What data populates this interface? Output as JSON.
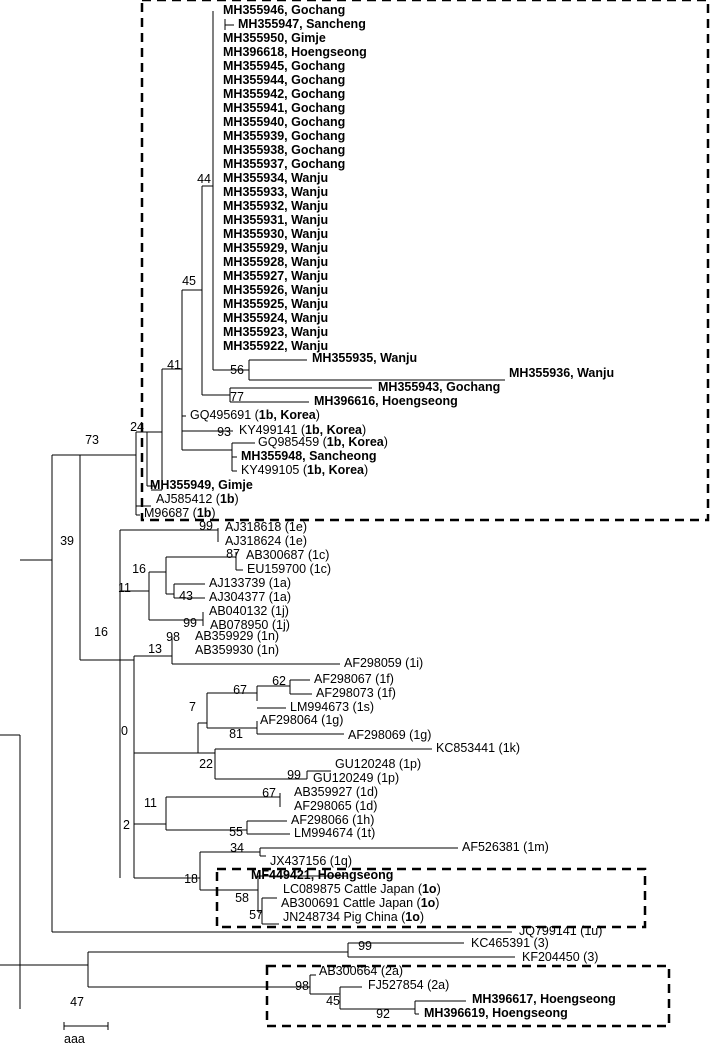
{
  "tree": {
    "leaves": [
      {
        "id": "g1",
        "parts": [
          {
            "t": "MH355946, Gochang",
            "b": true
          }
        ]
      },
      {
        "id": "g2",
        "parts": [
          {
            "t": "MH355947, Sancheng",
            "b": true
          }
        ]
      },
      {
        "id": "g3",
        "parts": [
          {
            "t": "MH355950, Gimje",
            "b": true
          }
        ]
      },
      {
        "id": "g4",
        "parts": [
          {
            "t": "MH396618, Hoengseong",
            "b": true
          }
        ]
      },
      {
        "id": "g5",
        "parts": [
          {
            "t": "MH355945, Gochang",
            "b": true
          }
        ]
      },
      {
        "id": "g6",
        "parts": [
          {
            "t": "MH355944, Gochang",
            "b": true
          }
        ]
      },
      {
        "id": "g7",
        "parts": [
          {
            "t": "MH355942, Gochang",
            "b": true
          }
        ]
      },
      {
        "id": "g8",
        "parts": [
          {
            "t": "MH355941, Gochang",
            "b": true
          }
        ]
      },
      {
        "id": "g9",
        "parts": [
          {
            "t": "MH355940, Gochang",
            "b": true
          }
        ]
      },
      {
        "id": "g10",
        "parts": [
          {
            "t": "MH355939, Gochang",
            "b": true
          }
        ]
      },
      {
        "id": "g11",
        "parts": [
          {
            "t": "MH355938, Gochang",
            "b": true
          }
        ]
      },
      {
        "id": "g12",
        "parts": [
          {
            "t": "MH355937, Gochang",
            "b": true
          }
        ]
      },
      {
        "id": "g13",
        "parts": [
          {
            "t": "MH355934, Wanju",
            "b": true
          }
        ]
      },
      {
        "id": "g14",
        "parts": [
          {
            "t": "MH355933, Wanju",
            "b": true
          }
        ]
      },
      {
        "id": "g15",
        "parts": [
          {
            "t": "MH355932, Wanju",
            "b": true
          }
        ]
      },
      {
        "id": "g16",
        "parts": [
          {
            "t": "MH355931, Wanju",
            "b": true
          }
        ]
      },
      {
        "id": "g17",
        "parts": [
          {
            "t": "MH355930, Wanju",
            "b": true
          }
        ]
      },
      {
        "id": "g18",
        "parts": [
          {
            "t": "MH355929, Wanju",
            "b": true
          }
        ]
      },
      {
        "id": "g19",
        "parts": [
          {
            "t": "MH355928, Wanju",
            "b": true
          }
        ]
      },
      {
        "id": "g20",
        "parts": [
          {
            "t": "MH355927, Wanju",
            "b": true
          }
        ]
      },
      {
        "id": "g21",
        "parts": [
          {
            "t": "MH355926, Wanju",
            "b": true
          }
        ]
      },
      {
        "id": "g22",
        "parts": [
          {
            "t": "MH355925, Wanju",
            "b": true
          }
        ]
      },
      {
        "id": "g23",
        "parts": [
          {
            "t": "MH355924, Wanju",
            "b": true
          }
        ]
      },
      {
        "id": "g24",
        "parts": [
          {
            "t": "MH355923, Wanju",
            "b": true
          }
        ]
      },
      {
        "id": "g25",
        "parts": [
          {
            "t": "MH355922, Wanju",
            "b": true
          }
        ]
      },
      {
        "id": "w35",
        "parts": [
          {
            "t": "MH355935, Wanju",
            "b": true
          }
        ]
      },
      {
        "id": "w36",
        "parts": [
          {
            "t": "MH355936, Wanju",
            "b": true
          }
        ]
      },
      {
        "id": "c43",
        "parts": [
          {
            "t": "MH355943, Gochang",
            "b": true
          }
        ]
      },
      {
        "id": "h16",
        "parts": [
          {
            "t": "MH396616, Hoengseong",
            "b": true
          }
        ]
      },
      {
        "id": "gq",
        "parts": [
          {
            "t": "GQ495691 (",
            "b": false
          },
          {
            "t": "1b, Korea",
            "b": true
          },
          {
            "t": ")",
            "b": false
          }
        ]
      },
      {
        "id": "ky1",
        "parts": [
          {
            "t": "KY499141 (",
            "b": false
          },
          {
            "t": "1b, Korea",
            "b": true
          },
          {
            "t": ")",
            "b": false
          }
        ]
      },
      {
        "id": "gq9",
        "parts": [
          {
            "t": "GQ985459 (",
            "b": false
          },
          {
            "t": "1b, Korea",
            "b": true
          },
          {
            "t": ")",
            "b": false
          }
        ]
      },
      {
        "id": "s48",
        "parts": [
          {
            "t": "MH355948, Sancheong",
            "b": true
          }
        ]
      },
      {
        "id": "ky2",
        "parts": [
          {
            "t": "KY499105 (",
            "b": false
          },
          {
            "t": "1b, Korea",
            "b": true
          },
          {
            "t": ")",
            "b": false
          }
        ]
      },
      {
        "id": "gim",
        "parts": [
          {
            "t": "MH355949, Gimje",
            "b": true
          }
        ]
      },
      {
        "id": "aj5",
        "parts": [
          {
            "t": "AJ585412 (",
            "b": false
          },
          {
            "t": "1b",
            "b": true
          },
          {
            "t": ")",
            "b": false
          }
        ]
      },
      {
        "id": "m96",
        "parts": [
          {
            "t": "M96687 (",
            "b": false
          },
          {
            "t": "1b",
            "b": true
          },
          {
            "t": ")",
            "b": false
          }
        ]
      },
      {
        "id": "e1",
        "parts": [
          {
            "t": "AJ318618 (1e)",
            "b": false
          }
        ]
      },
      {
        "id": "e2",
        "parts": [
          {
            "t": "AJ318624 (1e)",
            "b": false
          }
        ]
      },
      {
        "id": "c1",
        "parts": [
          {
            "t": "AB300687 (1c)",
            "b": false
          }
        ]
      },
      {
        "id": "c2",
        "parts": [
          {
            "t": "EU159700 (1c)",
            "b": false
          }
        ]
      },
      {
        "id": "a1",
        "parts": [
          {
            "t": "AJ133739 (1a)",
            "b": false
          }
        ]
      },
      {
        "id": "a2",
        "parts": [
          {
            "t": "AJ304377 (1a)",
            "b": false
          }
        ]
      },
      {
        "id": "j1",
        "parts": [
          {
            "t": "AB040132 (1j)",
            "b": false
          }
        ]
      },
      {
        "id": "j2",
        "parts": [
          {
            "t": "AB078950 (1j)",
            "b": false
          }
        ]
      },
      {
        "id": "n1",
        "parts": [
          {
            "t": "AB359929 (1n)",
            "b": false
          }
        ]
      },
      {
        "id": "n2",
        "parts": [
          {
            "t": "AB359930 (1n)",
            "b": false
          }
        ]
      },
      {
        "id": "i1",
        "parts": [
          {
            "t": "AF298059 (1i)",
            "b": false
          }
        ]
      },
      {
        "id": "f1",
        "parts": [
          {
            "t": "AF298067 (1f)",
            "b": false
          }
        ]
      },
      {
        "id": "f2",
        "parts": [
          {
            "t": "AF298073 (1f)",
            "b": false
          }
        ]
      },
      {
        "id": "s1",
        "parts": [
          {
            "t": "LM994673 (1s)",
            "b": false
          }
        ]
      },
      {
        "id": "gg1",
        "parts": [
          {
            "t": "AF298064 (1g)",
            "b": false
          }
        ]
      },
      {
        "id": "gg2",
        "parts": [
          {
            "t": "AF298069 (1g)",
            "b": false
          }
        ]
      },
      {
        "id": "k1",
        "parts": [
          {
            "t": "KC853441 (1k)",
            "b": false
          }
        ]
      },
      {
        "id": "p1",
        "parts": [
          {
            "t": "GU120248 (1p)",
            "b": false
          }
        ]
      },
      {
        "id": "p2",
        "parts": [
          {
            "t": "GU120249 (1p)",
            "b": false
          }
        ]
      },
      {
        "id": "d1",
        "parts": [
          {
            "t": "AB359927 (1d)",
            "b": false
          }
        ]
      },
      {
        "id": "d2",
        "parts": [
          {
            "t": "AF298065 (1d)",
            "b": false
          }
        ]
      },
      {
        "id": "h1",
        "parts": [
          {
            "t": "AF298066 (1h)",
            "b": false
          }
        ]
      },
      {
        "id": "t1",
        "parts": [
          {
            "t": "LM994674 (1t)",
            "b": false
          }
        ]
      },
      {
        "id": "m1",
        "parts": [
          {
            "t": "AF526381 (1m)",
            "b": false
          }
        ]
      },
      {
        "id": "q1",
        "parts": [
          {
            "t": "JX437156 (1q)",
            "b": false
          }
        ]
      },
      {
        "id": "o0",
        "parts": [
          {
            "t": "MF449421, Hoengseong",
            "b": true
          }
        ]
      },
      {
        "id": "o1",
        "parts": [
          {
            "t": "LC089875 Cattle Japan (",
            "b": false
          },
          {
            "t": "1o",
            "b": true
          },
          {
            "t": ")",
            "b": false
          }
        ]
      },
      {
        "id": "o2",
        "parts": [
          {
            "t": "AB300691 Cattle Japan (",
            "b": false
          },
          {
            "t": "1o",
            "b": true
          },
          {
            "t": ")",
            "b": false
          }
        ]
      },
      {
        "id": "o3",
        "parts": [
          {
            "t": "JN248734 Pig China (",
            "b": false
          },
          {
            "t": "1o",
            "b": true
          },
          {
            "t": ")",
            "b": false
          }
        ]
      },
      {
        "id": "u1",
        "parts": [
          {
            "t": "JQ799141 (1u)",
            "b": false
          }
        ]
      },
      {
        "id": "x1",
        "parts": [
          {
            "t": "KC465391 (3)",
            "b": false
          }
        ]
      },
      {
        "id": "x2",
        "parts": [
          {
            "t": "KF204450 (3)",
            "b": false
          }
        ]
      },
      {
        "id": "y1",
        "parts": [
          {
            "t": "AB300664 (2a)",
            "b": false
          }
        ]
      },
      {
        "id": "y2",
        "parts": [
          {
            "t": "FJ527854 (2a)",
            "b": false
          }
        ]
      },
      {
        "id": "y3",
        "parts": [
          {
            "t": "MH396617, Hoengseong",
            "b": true
          }
        ]
      },
      {
        "id": "y4",
        "parts": [
          {
            "t": "MH396619, Hoengseong",
            "b": true
          }
        ]
      }
    ],
    "bootstrap": [
      {
        "id": "n44",
        "label": "44"
      },
      {
        "id": "n45",
        "label": "45"
      },
      {
        "id": "n41",
        "label": "41"
      },
      {
        "id": "n56",
        "label": "56"
      },
      {
        "id": "n77",
        "label": "77"
      },
      {
        "id": "n93",
        "label": "93"
      },
      {
        "id": "n24",
        "label": "24"
      },
      {
        "id": "n73",
        "label": "73"
      },
      {
        "id": "n39",
        "label": "39"
      },
      {
        "id": "n16",
        "label": "16"
      },
      {
        "id": "n99e",
        "label": "99"
      },
      {
        "id": "n87",
        "label": "87"
      },
      {
        "id": "n16b",
        "label": "16"
      },
      {
        "id": "n43",
        "label": "43"
      },
      {
        "id": "n11",
        "label": "11"
      },
      {
        "id": "n99j",
        "label": "99"
      },
      {
        "id": "n98",
        "label": "98"
      },
      {
        "id": "n13",
        "label": "13"
      },
      {
        "id": "n0",
        "label": "0"
      },
      {
        "id": "n62",
        "label": "62"
      },
      {
        "id": "n67",
        "label": "67"
      },
      {
        "id": "n7",
        "label": "7"
      },
      {
        "id": "n81",
        "label": "81"
      },
      {
        "id": "n22",
        "label": "22"
      },
      {
        "id": "n99p",
        "label": "99"
      },
      {
        "id": "n2",
        "label": "2"
      },
      {
        "id": "n67d",
        "label": "67"
      },
      {
        "id": "n11b",
        "label": "11"
      },
      {
        "id": "n55",
        "label": "55"
      },
      {
        "id": "n34",
        "label": "34"
      },
      {
        "id": "n18",
        "label": "18"
      },
      {
        "id": "n58",
        "label": "58"
      },
      {
        "id": "n57",
        "label": "57"
      },
      {
        "id": "n99x",
        "label": "99"
      },
      {
        "id": "n47",
        "label": "47"
      },
      {
        "id": "n98y",
        "label": "98"
      },
      {
        "id": "n45y",
        "label": "45"
      },
      {
        "id": "n92",
        "label": "92"
      }
    ],
    "scale_label": "aaa"
  }
}
